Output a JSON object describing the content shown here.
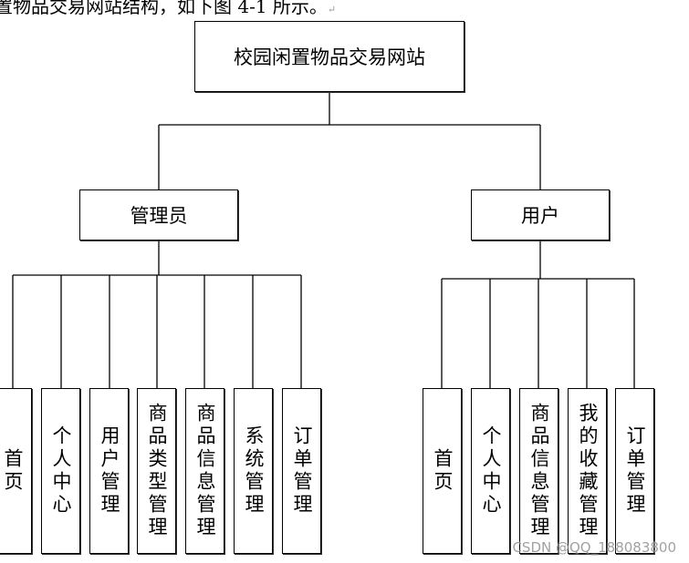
{
  "caption": {
    "text": "置物品交易网站结构，如下图 4-1 所示。",
    "mark": "↵"
  },
  "root": {
    "label": "校园闲置物品交易网站"
  },
  "branches": [
    {
      "label": "管理员",
      "items": [
        "首页",
        "个人中心",
        "用户管理",
        "商品类型管理",
        "商品信息管理",
        "系统管理",
        "订单管理"
      ]
    },
    {
      "label": "用户",
      "items": [
        "首页",
        "个人中心",
        "商品信息管理",
        "我的收藏管理",
        "订单管理"
      ]
    }
  ],
  "watermark": "CSDN @QQ_188083800"
}
